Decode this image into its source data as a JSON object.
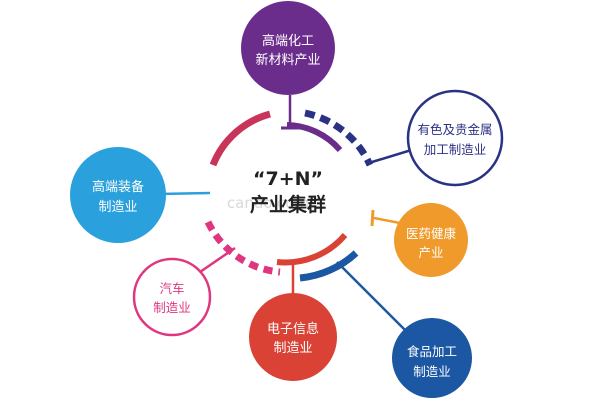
{
  "center": {
    "line1": "“7+N”",
    "line2": "产业集群"
  },
  "watermark": "cando.com",
  "colors": {
    "purple": "#6b2d8c",
    "navy": "#2a3284",
    "orange": "#ef9a2a",
    "red": "#d94234",
    "blue": "#1b57a2",
    "sky": "#2aa0dc",
    "pink": "#e0357f",
    "crimson": "#c8345a"
  },
  "nodes": {
    "chemical": {
      "line1": "高端化工",
      "line2": "新材料产业"
    },
    "metals": {
      "line1": "有色及贵金属",
      "line2": "加工制造业"
    },
    "medicine": {
      "line1": "医药健康",
      "line2": "产业"
    },
    "food": {
      "line1": "食品加工",
      "line2": "制造业"
    },
    "electronics": {
      "line1": "电子信息",
      "line2": "制造业"
    },
    "auto": {
      "line1": "汽车",
      "line2": "制造业"
    },
    "equipment": {
      "line1": "高端装备",
      "line2": "制造业"
    }
  }
}
